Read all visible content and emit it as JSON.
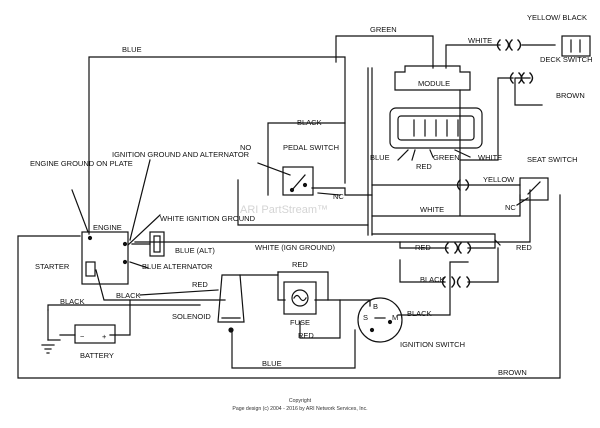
{
  "diagram": {
    "wire_labels": {
      "green": "GREEN",
      "blue_top": "BLUE",
      "white_top": "WHITE",
      "black_pedal": "BLACK",
      "yellow_black": "YELLOW/ BLACK",
      "deck_switch": "DECK SWITCH",
      "brown_top": "BROWN",
      "module": "MODULE",
      "no": "NO",
      "pedal_switch": "PEDAL SWITCH",
      "nc_pedal": "NC",
      "blue_mod": "BLUE",
      "green_mod": "GREEN",
      "white_mod": "WHITE",
      "red_mod": "RED",
      "yellow": "YELLOW",
      "seat_switch": "SEAT SWITCH",
      "white_mid": "WHITE",
      "nc_seat": "NC",
      "engine_ground": "ENGINE GROUND ON PLATE",
      "ignition_ground": "IGNITION GROUND AND ALTERNATOR",
      "engine": "ENGINE",
      "white_ign_ground": "WHITE IGNITION GROUND",
      "blue_alt": "BLUE (ALT)",
      "white_ign_ground2": "WHITE (IGN GROUND)",
      "red_right": "RED",
      "red_left": "RED",
      "starter": "STARTER",
      "blue_alternator": "BLUE ALTERNATOR",
      "black_right": "BLACK",
      "red_fuse": "RED",
      "black_starter": "BLACK",
      "red_sol": "RED",
      "black_batt": "BLACK",
      "solenoid": "SOLENOID",
      "fuse": "FUSE",
      "black_ign": "BLACK",
      "battery": "BATTERY",
      "red_bottom": "RED",
      "ignition_switch": "IGNITION SWITCH",
      "blue_bottom": "BLUE",
      "brown_bottom": "BROWN",
      "term_b": "B",
      "term_s": "S",
      "term_m": "M",
      "batt_minus": "−",
      "batt_plus": "+"
    },
    "watermark": "ARI PartStream™",
    "footer": {
      "copyright": "Copyright",
      "design": "Page design (c) 2004 - 2016 by ARI Network Services, Inc."
    }
  }
}
